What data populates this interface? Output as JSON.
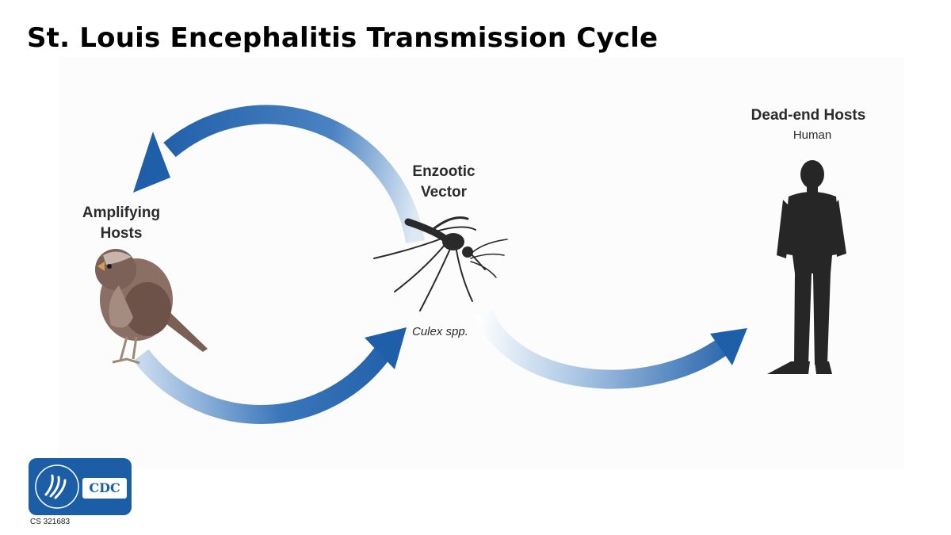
{
  "title": "St. Louis Encephalitis Transmission Cycle",
  "labels": {
    "amplifying_hosts": [
      "Amplifying",
      "Hosts"
    ],
    "enzootic_vector": [
      "Enzootic",
      "Vector"
    ],
    "vector_species": "Culex spp.",
    "dead_end_hosts": "Dead-end Hosts",
    "dead_end_host_type": "Human"
  },
  "logo": {
    "text": "CDC",
    "code": "CS 321683"
  },
  "colors": {
    "arrow_dark": "#1f5ea8",
    "arrow_light": "#dce8f4",
    "silhouette": "#262626",
    "logo_blue": "#1b5ea6"
  },
  "icons": [
    "sparrow-icon",
    "mosquito-icon",
    "human-silhouette-icon",
    "hhs-eagle-icon"
  ]
}
